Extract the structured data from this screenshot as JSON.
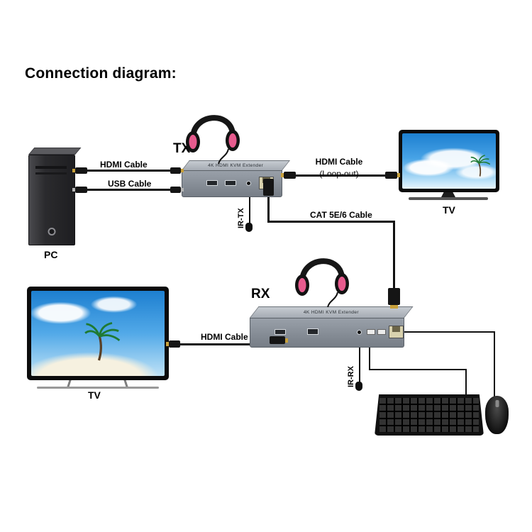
{
  "title": "Connection diagram:",
  "devices": {
    "tx_label": "TX",
    "rx_label": "RX",
    "tx_top_text": "4K HDMI KVM Extender",
    "rx_top_text": "4K HDMI KVM Extender"
  },
  "labels": {
    "pc": "PC",
    "tv_top": "TV",
    "tv_bottom": "TV",
    "hdmi_cable_pc_tx": "HDMI Cable",
    "usb_cable": "USB Cable",
    "hdmi_loopout_line1": "HDMI Cable",
    "hdmi_loopout_line2": "(Loop-out)",
    "cat_cable": "CAT 5E/6 Cable",
    "ir_tx": "IR-TX",
    "ir_rx": "IR-RX",
    "hdmi_cable_tv_rx": "HDMI Cable"
  },
  "colors": {
    "headphone_pink": "#e75b8e",
    "device_gray": "#99a0a9",
    "cable_black": "#111111",
    "connector_gold": "#c9a13b",
    "sky_blue": "#1d7fd0"
  }
}
